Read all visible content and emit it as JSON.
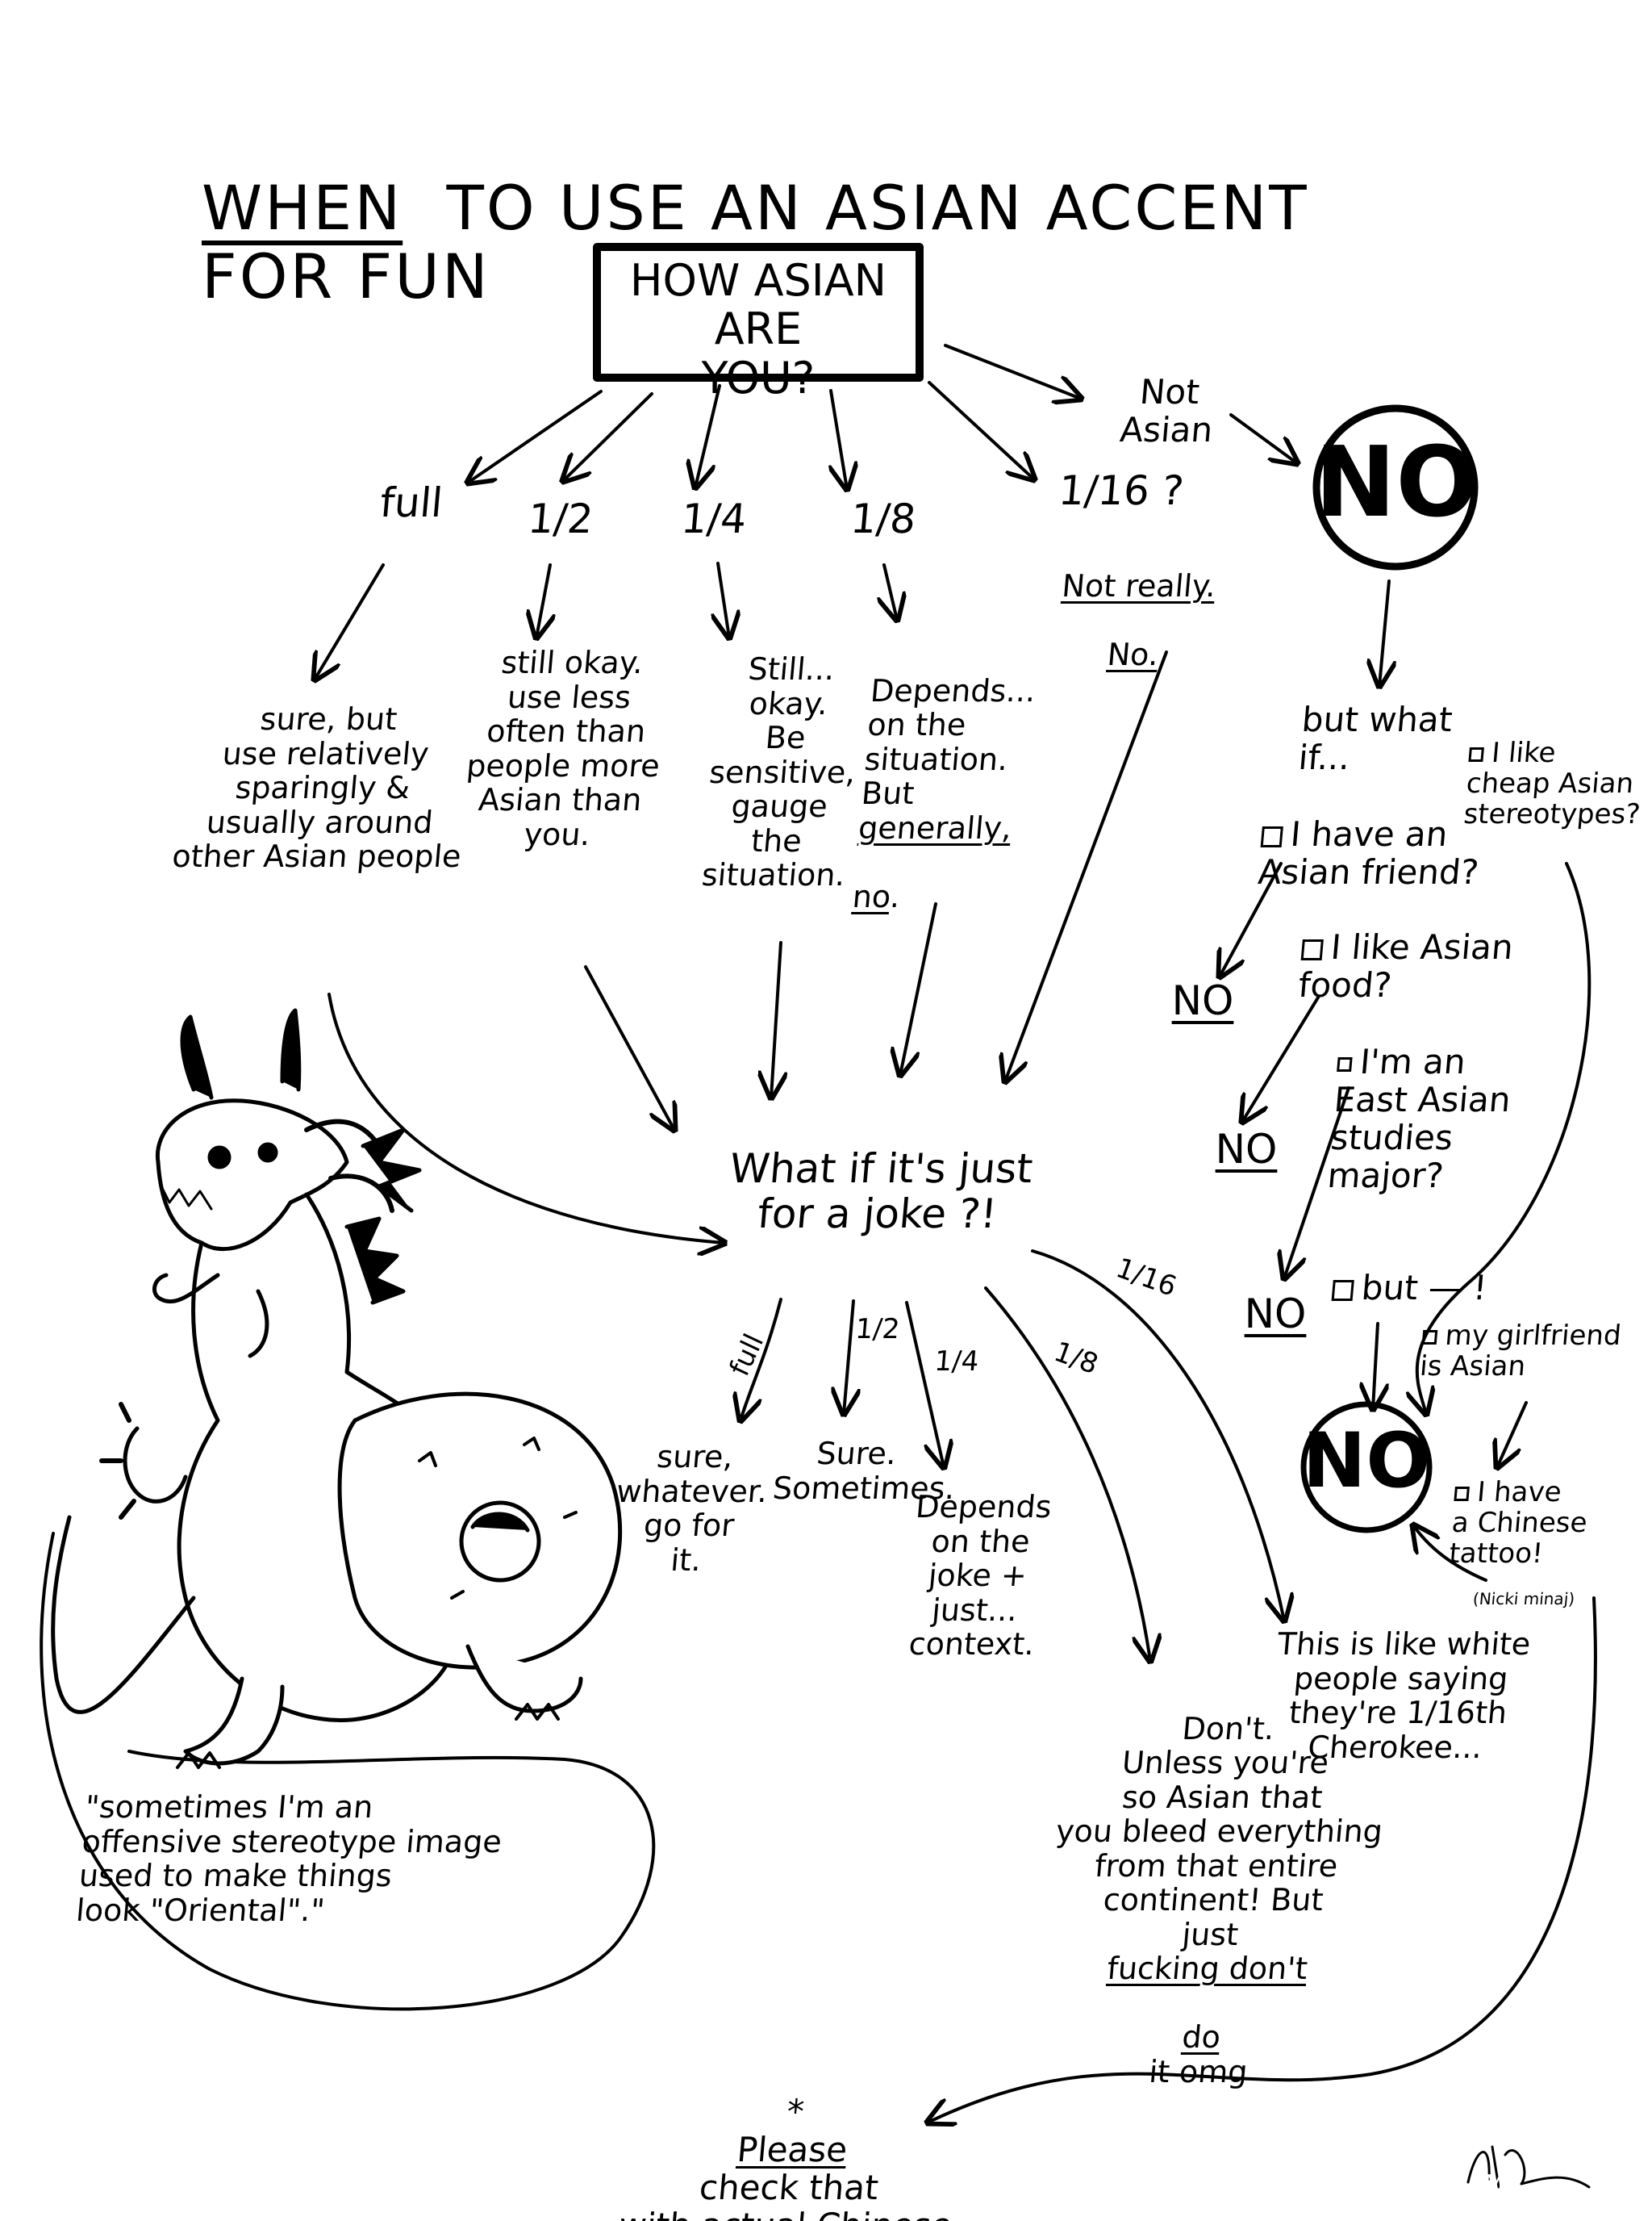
{
  "title": {
    "underlined": "WHEN",
    "rest": "TO USE AN ASIAN ACCENT FOR FUN"
  },
  "start": {
    "question": "HOW ASIAN ARE\nYOU?"
  },
  "levels": {
    "full": "full",
    "half": "1/2",
    "quarter": "1/4",
    "eighth": "1/8",
    "sixteenth": "1/16 ?",
    "not_asian": "Not Asian"
  },
  "answers": {
    "full": "sure, but\nuse relatively\nsparingly &\nusually around\nother Asian people",
    "half": "still okay.\nuse less\noften than\npeople more\nAsian than\nyou.",
    "quarter": "Still...\nokay.\nBe\nsensitive,\ngauge\nthe situation.",
    "eighth_lead": "Depends...\non the\nsituation.\nBut",
    "eighth_emph": "generally,",
    "eighth_end": "no",
    "sixteenth_1": "Not really.",
    "sixteenth_2": "No.",
    "not_asian": "NO"
  },
  "but_what_if": {
    "prompt": "but what\nif...",
    "items": [
      "I like\ncheap Asian\nstereotypes?",
      "I have an\nAsian friend?",
      "I like Asian\nfood?",
      "I'm an\nEast Asian\nstudies\nmajor?",
      "but — !",
      "my girlfriend\nis Asian",
      "I have\na Chinese\ntattoo!"
    ],
    "tattoo_note": "(Nicki minaj)",
    "no_small": "NO",
    "no_final": "NO"
  },
  "joke": {
    "question": "What if it's just\nfor a joke ?!",
    "branches": {
      "full": "full",
      "half": "1/2",
      "quarter": "1/4",
      "eighth": "1/8",
      "sixteenth": "1/16"
    },
    "answers": {
      "full": "sure,\nwhatever.\ngo for\nit.",
      "half": "Sure.\nSometimes.",
      "quarter": "Depends\non the\njoke +\njust...\ncontext.",
      "eighth_lead": "Don't.\nUnless you're\nso Asian that\nyou bleed everything\nfrom that entire\ncontinent! But\njust",
      "eighth_emph": "fucking don't",
      "eighth_emph2": "do",
      "eighth_end": "it omg",
      "sixteenth": "This is like white\npeople saying\nthey're 1/16th\nCherokee..."
    }
  },
  "dragon_quote": "\"sometimes I'm an\noffensive stereotype image\nused to make things\nlook \"Oriental\".\"",
  "footnote": {
    "star": "*",
    "emph": "Please",
    "rest": "check that\nwith actual Chinese\npeople. Please."
  },
  "signature": "Mt"
}
